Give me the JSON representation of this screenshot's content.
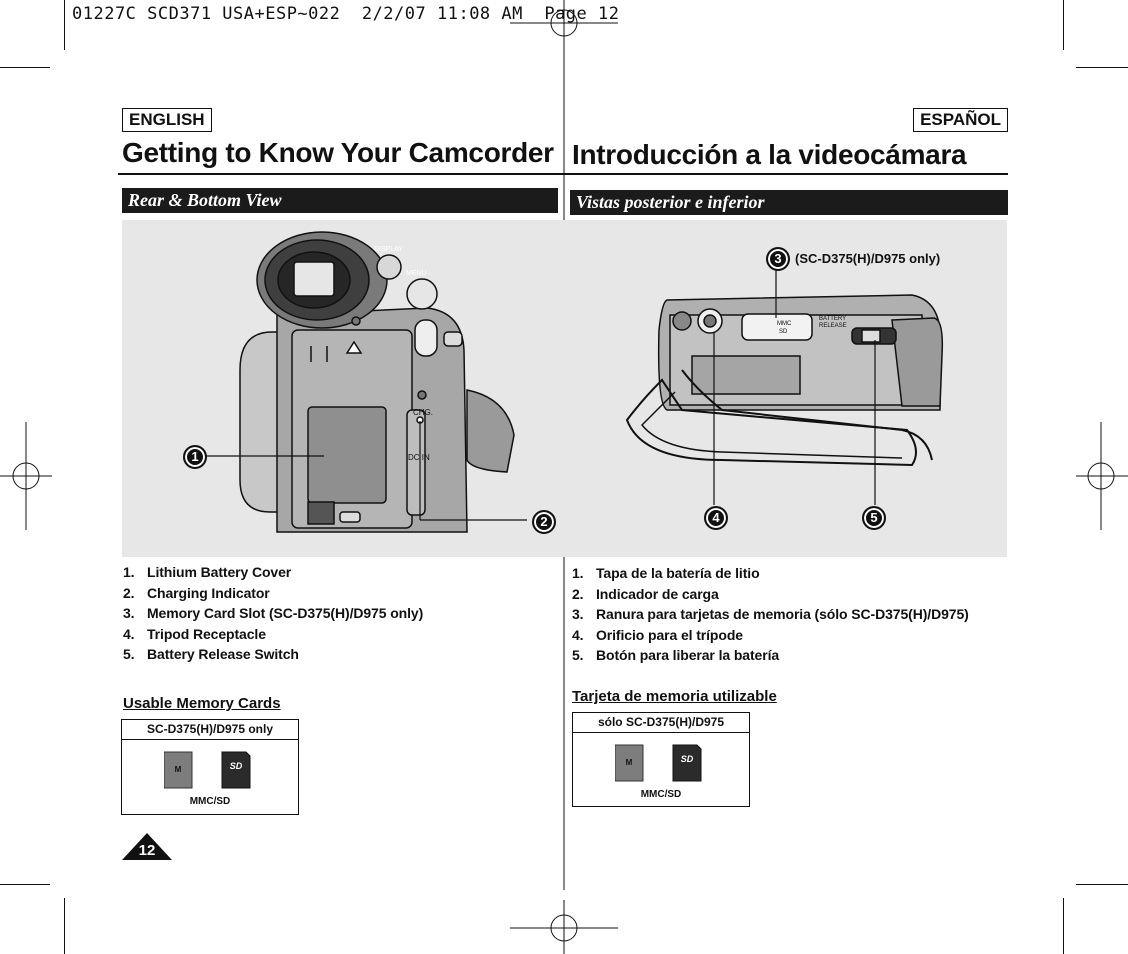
{
  "slug_line": "01227C SCD371 USA+ESP~022  2/2/07 11:08 AM  Page 12",
  "english": {
    "lang_tag": "ENGLISH",
    "title": "Getting to Know Your Camcorder",
    "section": "Rear & Bottom View",
    "items": [
      {
        "num": "1.",
        "text": "Lithium Battery Cover"
      },
      {
        "num": "2.",
        "text": "Charging Indicator"
      },
      {
        "num": "3.",
        "text": "Memory Card Slot (SC-D375(H)/D975 only)"
      },
      {
        "num": "4.",
        "text": "Tripod Receptacle"
      },
      {
        "num": "5.",
        "text": "Battery Release Switch"
      }
    ],
    "cards_heading": "Usable Memory Cards",
    "cards_header": "SC-D375(H)/D975 only",
    "cards_caption": "MMC/SD"
  },
  "spanish": {
    "lang_tag": "ESPAÑOL",
    "title": "Introducción a la videocámara",
    "section": "Vistas posterior e inferior",
    "items": [
      {
        "num": "1.",
        "text": "Tapa de la batería de litio"
      },
      {
        "num": "2.",
        "text": "Indicador de carga"
      },
      {
        "num": "3.",
        "text": "Ranura para tarjetas de memoria (sólo SC-D375(H)/D975)"
      },
      {
        "num": "4.",
        "text": "Orificio para el trípode"
      },
      {
        "num": "5.",
        "text": "Botón para liberar la batería"
      }
    ],
    "cards_heading": "Tarjeta de memoria utilizable",
    "cards_header": "sólo SC-D375(H)/D975",
    "cards_caption": "MMC/SD"
  },
  "figure": {
    "model_note": "(SC-D375(H)/D975 only)",
    "callouts": [
      "1",
      "2",
      "3",
      "4",
      "5"
    ],
    "camera_labels": {
      "display": "DISPLAY",
      "menu": "MENU",
      "chg": "CHG.",
      "dcin": "DC IN",
      "mmc_sd": "MMC\nSD",
      "battery_release": "BATTERY\nRELEASE"
    },
    "card_logos": {
      "mmc": "M",
      "sd": "SD"
    }
  },
  "page_number": "12"
}
